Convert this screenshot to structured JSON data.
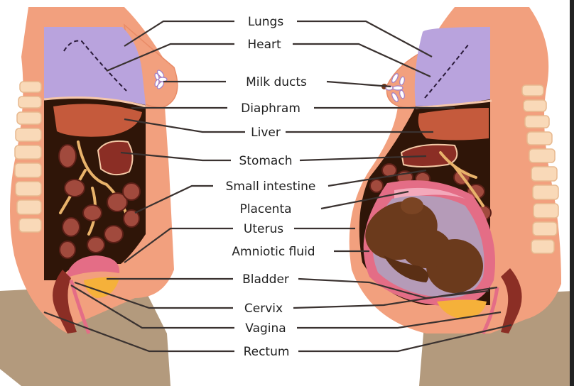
{
  "labels": {
    "lungs": "Lungs",
    "heart": "Heart",
    "milk_ducts": "Milk ducts",
    "diaphram": "Diaphram",
    "liver": "Liver",
    "stomach": "Stomach",
    "small_intestine": "Small intestine",
    "placenta": "Placenta",
    "uterus": "Uterus",
    "amniotic_fluid": "Amniotic fluid",
    "bladder": "Bladder",
    "cervix": "Cervix",
    "vagina": "Vagina",
    "rectum": "Rectum"
  },
  "colors": {
    "skin": "#f2a07e",
    "legs": "#b39a7d",
    "lungs": "#b9a3dd",
    "cavity": "#2f1508",
    "liver": "#c55a3c",
    "stomach": "#8b2e25",
    "intestine": "#a14a3d",
    "vessels": "#e9b36b",
    "uterus": "#e46d86",
    "amniotic": "#b59bb8",
    "fetus": "#6b3a1c",
    "bladder": "#f5b13a",
    "spine": "#f9d9b8",
    "frame": "#222222"
  }
}
